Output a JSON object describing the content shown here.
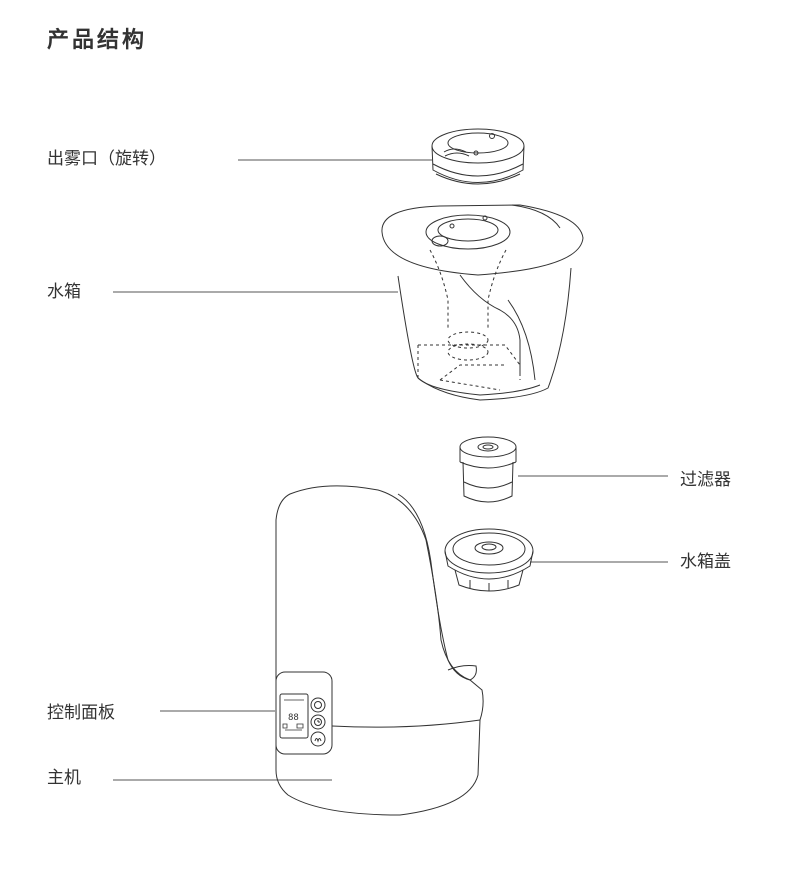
{
  "header": {
    "title": "产品结构"
  },
  "parts": {
    "mist_outlet": "出雾口（旋转）",
    "water_tank": "水箱",
    "filter": "过滤器",
    "tank_cap": "水箱盖",
    "control_panel": "控制面板",
    "main_unit": "主机"
  },
  "panel": {
    "display": "88"
  },
  "colors": {
    "line": "#333333",
    "leader": "#555555"
  }
}
